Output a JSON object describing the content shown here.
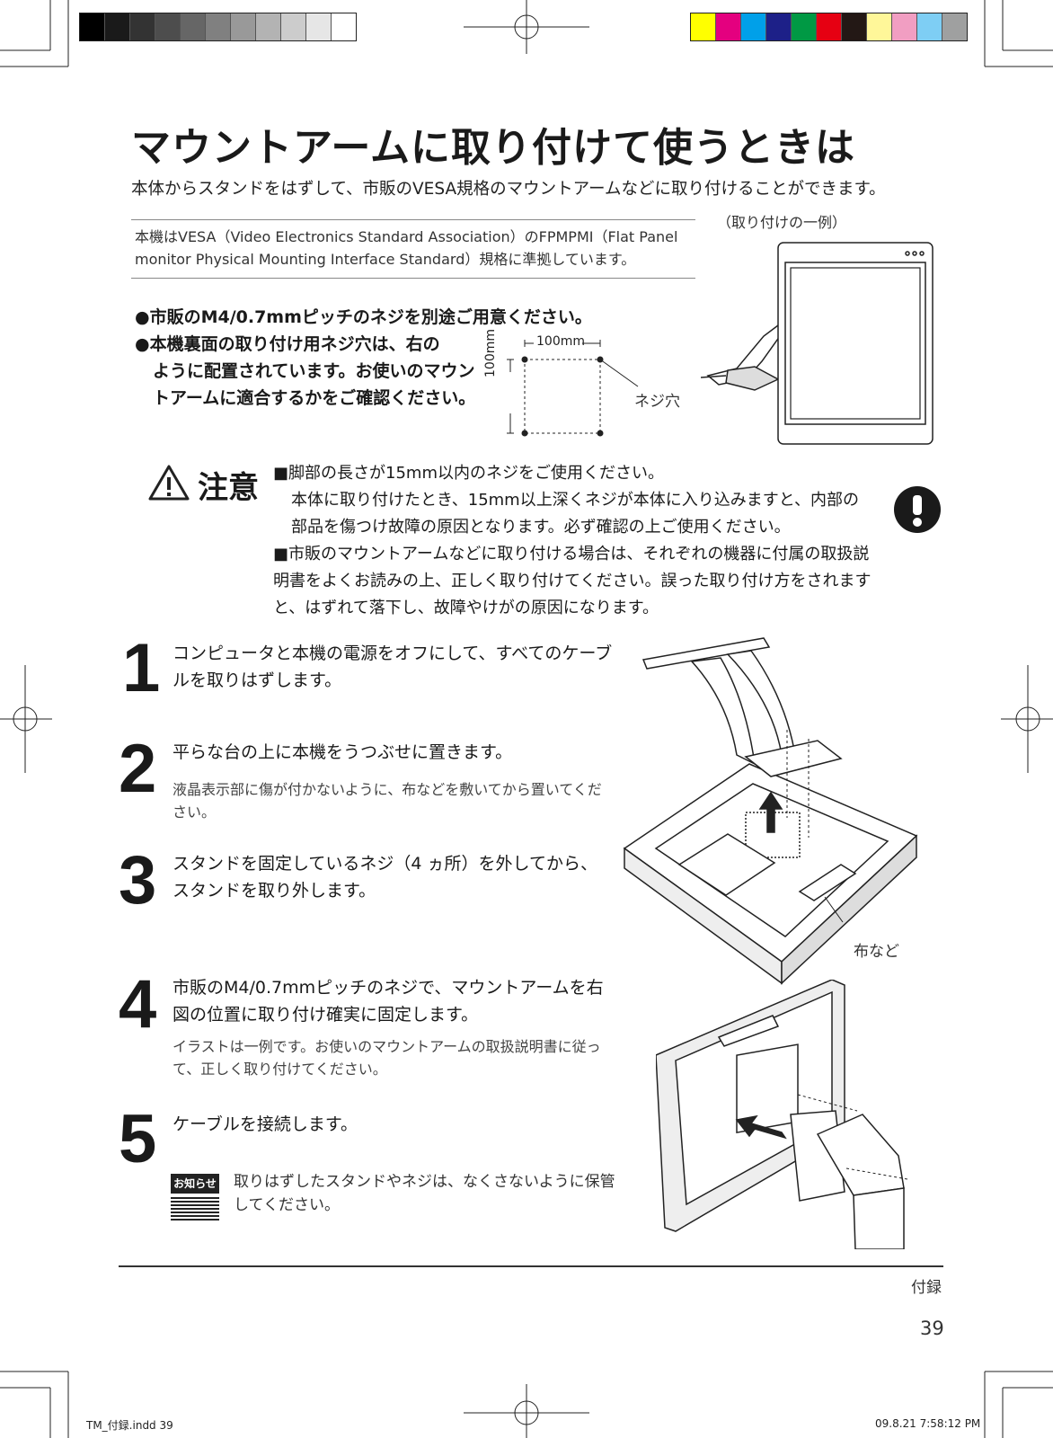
{
  "page": {
    "title": "マウントアームに取り付けて使うときは",
    "subtitle": "本体からスタンドをはずして、市販のVESA規格のマウントアームなどに取り付けることができます。",
    "vesa_note": "本機はVESA（Video Electronics Standard Association）のFPMPMI（Flat Panel monitor Physical Mounting Interface Standard）規格に準拠しています。",
    "example_caption": "（取り付けの一例）",
    "bullets": [
      "●市販のM4/0.7mmピッチのネジを別途ご用意ください。",
      "●本機裏面の取り付け用ネジ穴は、右の",
      "ように配置されています。お使いのマウントアームに適合するかをご確認ください。"
    ],
    "diagram": {
      "width_label": "100mm",
      "height_label": "100mm",
      "hole_label": "ネジ穴"
    },
    "caution": {
      "label": "注意",
      "item1": "■脚部の長さが15mm以内のネジをご使用ください。",
      "item1_detail": "本体に取り付けたとき、15mm以上深くネジが本体に入り込みますと、内部の部品を傷つけ故障の原因となります。必ず確認の上ご使用ください。",
      "item2": "■市販のマウントアームなどに取り付ける場合は、それぞれの機器に付属の取扱説明書をよくお読みの上、正しく取り付けてください。誤った取り付け方をされますと、はずれて落下し、故障やけがの原因になります。"
    },
    "steps": [
      {
        "num": "1",
        "text": "コンピュータと本機の電源をオフにして、すべてのケーブルを取りはずします。",
        "note": ""
      },
      {
        "num": "2",
        "text": "平らな台の上に本機をうつぶせに置きます。",
        "note": "液晶表示部に傷が付かないように、布などを敷いてから置いてください。"
      },
      {
        "num": "3",
        "text": "スタンドを固定しているネジ（4 ヵ所）を外してから、スタンドを取り外します。",
        "note": ""
      },
      {
        "num": "4",
        "text": "市販のM4/0.7mmピッチのネジで、マウントアームを右図の位置に取り付け確実に固定します。",
        "note": "イラストは一例です。お使いのマウントアームの取扱説明書に従って、正しく取り付けてください。"
      },
      {
        "num": "5",
        "text": "ケーブルを接続します。",
        "note": ""
      }
    ],
    "notice": {
      "badge": "お知らせ",
      "text": "取りはずしたスタンドやネジは、なくさないように保管してください。"
    },
    "cloth_label": "布など",
    "section": "付録",
    "page_number": "39",
    "slug_left": "TM_付録.indd   39",
    "slug_right": "09.8.21   7:58:12 PM"
  },
  "colors": {
    "gray_bar": [
      "#000000",
      "#1a1a1a",
      "#333333",
      "#4d4d4d",
      "#666666",
      "#808080",
      "#999999",
      "#b3b3b3",
      "#cccccc",
      "#e6e6e6",
      "#ffffff"
    ],
    "color_bar": [
      "#ffff00",
      "#e4007f",
      "#00a0e9",
      "#1d2088",
      "#009944",
      "#e60012",
      "#231815",
      "#fff799",
      "#f19ec2",
      "#7ecef4",
      "#9fa0a0"
    ]
  }
}
